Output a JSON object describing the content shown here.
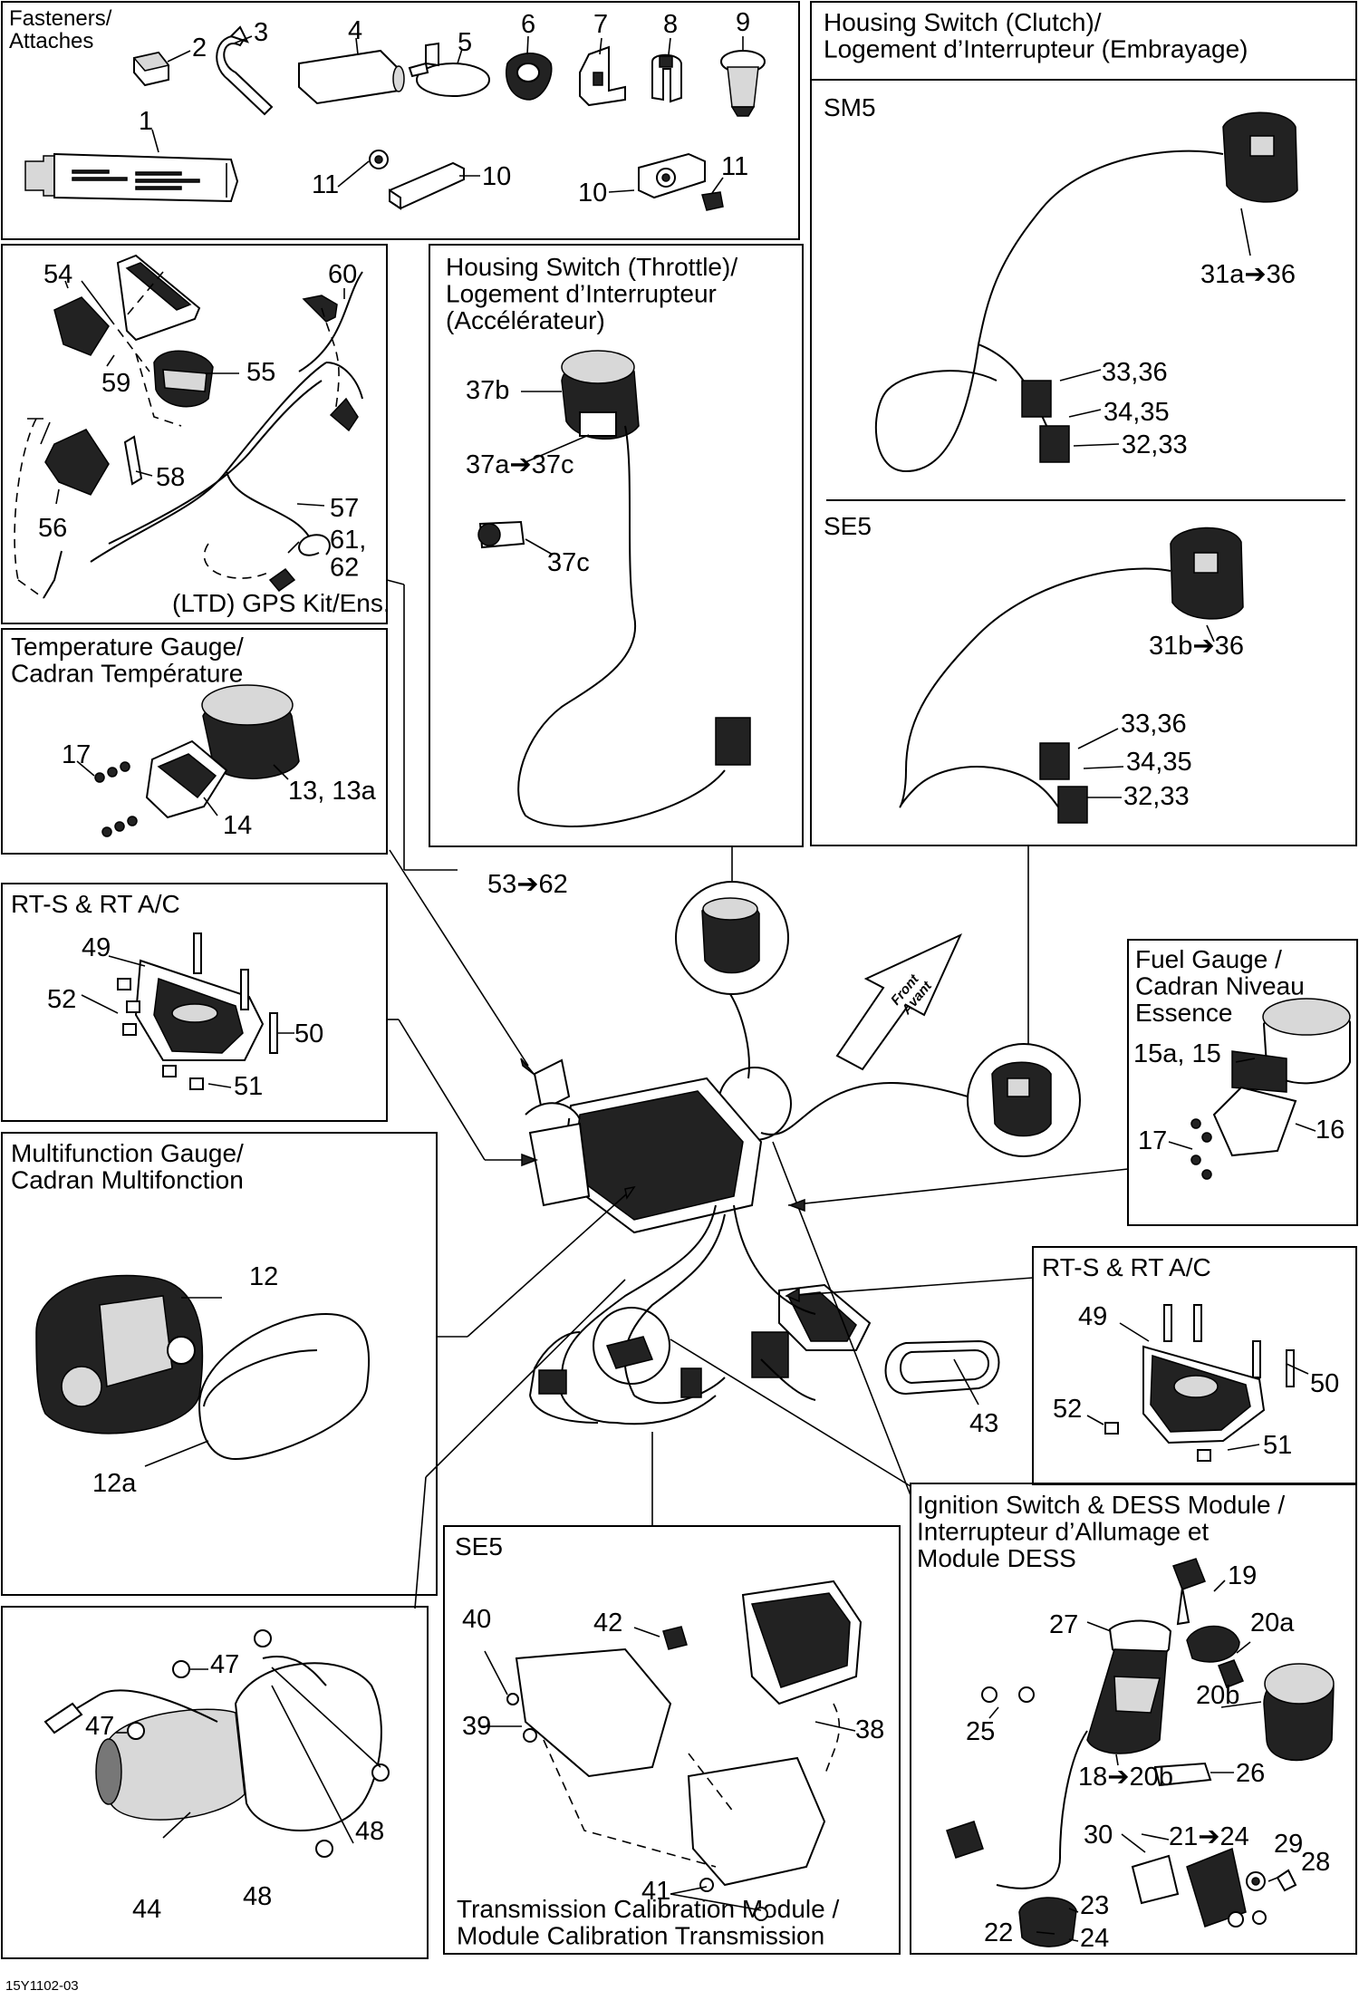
{
  "diagram_id": "15Y1102-03",
  "arrow_symbol": "➔",
  "panels": {
    "fasteners": {
      "title": "Fasteners/\nAttaches",
      "labels": [
        "1",
        "2",
        "3",
        "4",
        "5",
        "6",
        "7",
        "8",
        "9",
        "10",
        "11",
        "10",
        "11"
      ]
    },
    "gps_kit": {
      "title": "(LTD) GPS Kit/Ens.",
      "labels": [
        "54",
        "55",
        "56",
        "57",
        "58",
        "59",
        "60",
        "61,\n62"
      ]
    },
    "temperature_gauge": {
      "title": "Temperature Gauge/\nCadran Température",
      "labels": [
        "13, 13a",
        "14",
        "17"
      ]
    },
    "rts_rtac_left": {
      "title": "RT-S & RT A/C",
      "labels": [
        "49",
        "50",
        "51",
        "52"
      ]
    },
    "multifunction_gauge": {
      "title": "Multifunction Gauge/\nCadran Multifonction",
      "labels": [
        "12",
        "12a"
      ]
    },
    "throttle_switch": {
      "title": "Housing Switch (Throttle)/\nLogement d’Interrupteur\n(Accélérateur)",
      "labels": [
        "37b",
        "37a➔37c",
        "37c"
      ]
    },
    "clutch_switch": {
      "title": "Housing Switch (Clutch)/\nLogement d’Interrupteur (Embrayage)",
      "sm5": {
        "title": "SM5",
        "labels": [
          "31a➔36",
          "33,36",
          "34,35",
          "32,33"
        ]
      },
      "se5": {
        "title": "SE5",
        "labels": [
          "31b➔36",
          "33,36",
          "34,35",
          "32,33"
        ]
      }
    },
    "fuel_gauge": {
      "title": "Fuel Gauge /\nCadran Niveau\nEssence",
      "labels": [
        "15a, 15",
        "16",
        "17"
      ]
    },
    "rts_rtac_right": {
      "title": "RT-S & RT A/C",
      "labels": [
        "49",
        "50",
        "51",
        "52"
      ]
    },
    "ignition": {
      "title": "Ignition Switch &  DESS Module /\nInterrupteur d’Allumage et\nModule DESS",
      "labels": [
        "19",
        "20a",
        "20b",
        "21➔24",
        "22",
        "23",
        "24",
        "25",
        "26",
        "27",
        "28",
        "29",
        "30",
        "18➔20b"
      ]
    },
    "transmission_module": {
      "title": "Transmission Calibration Module /\nModule Calibration Transmission",
      "se5": "SE5",
      "labels": [
        "38",
        "39",
        "40",
        "41",
        "42"
      ]
    },
    "actuator": {
      "labels": [
        "44",
        "47",
        "47",
        "48",
        "48"
      ]
    }
  },
  "center": {
    "labels": [
      "53➔62",
      "43"
    ],
    "direction_badge": "Front\nAvant"
  }
}
